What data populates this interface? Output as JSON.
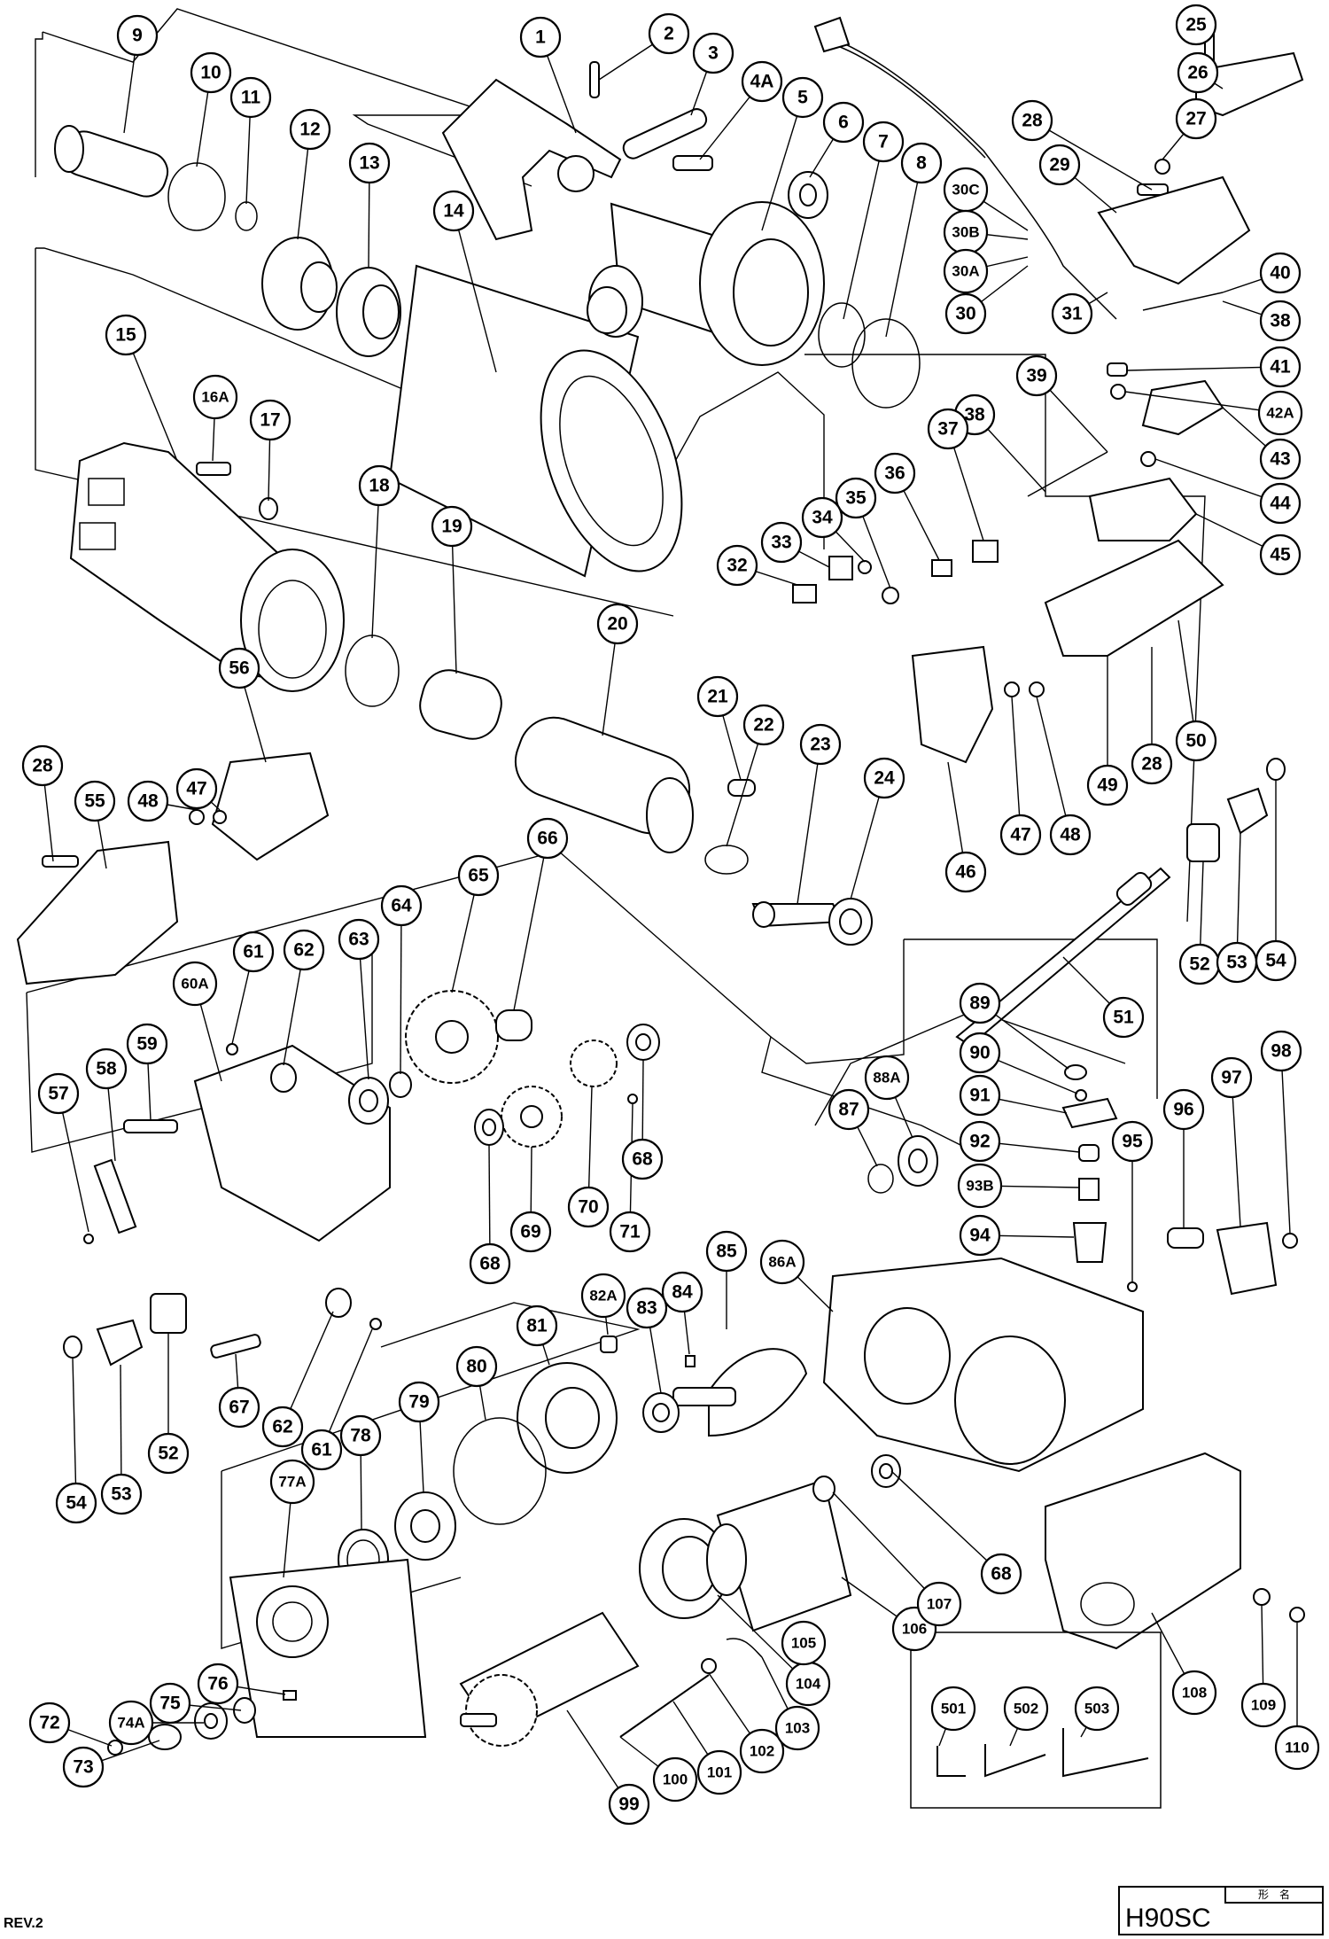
{
  "diagram": {
    "model": "H90SC",
    "title_block_header": "形　名",
    "revision": "REV.2"
  },
  "callouts": [
    {
      "id": "c1",
      "label": "1"
    },
    {
      "id": "c2",
      "label": "2"
    },
    {
      "id": "c3",
      "label": "3"
    },
    {
      "id": "c4A",
      "label": "4A"
    },
    {
      "id": "c5",
      "label": "5"
    },
    {
      "id": "c6",
      "label": "6"
    },
    {
      "id": "c7",
      "label": "7"
    },
    {
      "id": "c8",
      "label": "8"
    },
    {
      "id": "c9",
      "label": "9"
    },
    {
      "id": "c10",
      "label": "10"
    },
    {
      "id": "c11",
      "label": "11"
    },
    {
      "id": "c12",
      "label": "12"
    },
    {
      "id": "c13",
      "label": "13"
    },
    {
      "id": "c14",
      "label": "14"
    },
    {
      "id": "c15",
      "label": "15"
    },
    {
      "id": "c16A",
      "label": "16A"
    },
    {
      "id": "c17",
      "label": "17"
    },
    {
      "id": "c18",
      "label": "18"
    },
    {
      "id": "c19",
      "label": "19"
    },
    {
      "id": "c20",
      "label": "20"
    },
    {
      "id": "c21",
      "label": "21"
    },
    {
      "id": "c22",
      "label": "22"
    },
    {
      "id": "c23",
      "label": "23"
    },
    {
      "id": "c24",
      "label": "24"
    },
    {
      "id": "c25",
      "label": "25"
    },
    {
      "id": "c26",
      "label": "26"
    },
    {
      "id": "c27",
      "label": "27"
    },
    {
      "id": "c28a",
      "label": "28"
    },
    {
      "id": "c29",
      "label": "29"
    },
    {
      "id": "c30C",
      "label": "30C"
    },
    {
      "id": "c30B",
      "label": "30B"
    },
    {
      "id": "c30A",
      "label": "30A"
    },
    {
      "id": "c30",
      "label": "30"
    },
    {
      "id": "c31",
      "label": "31"
    },
    {
      "id": "c40",
      "label": "40"
    },
    {
      "id": "c38a",
      "label": "38"
    },
    {
      "id": "c41",
      "label": "41"
    },
    {
      "id": "c42A",
      "label": "42A"
    },
    {
      "id": "c39",
      "label": "39"
    },
    {
      "id": "c38b",
      "label": "38"
    },
    {
      "id": "c37",
      "label": "37"
    },
    {
      "id": "c43",
      "label": "43"
    },
    {
      "id": "c44",
      "label": "44"
    },
    {
      "id": "c45",
      "label": "45"
    },
    {
      "id": "c36",
      "label": "36"
    },
    {
      "id": "c35",
      "label": "35"
    },
    {
      "id": "c34",
      "label": "34"
    },
    {
      "id": "c33",
      "label": "33"
    },
    {
      "id": "c32",
      "label": "32"
    },
    {
      "id": "c28b",
      "label": "28"
    },
    {
      "id": "c55",
      "label": "55"
    },
    {
      "id": "c48a",
      "label": "48"
    },
    {
      "id": "c47a",
      "label": "47"
    },
    {
      "id": "c56",
      "label": "56"
    },
    {
      "id": "c49",
      "label": "49"
    },
    {
      "id": "c28c",
      "label": "28"
    },
    {
      "id": "c50",
      "label": "50"
    },
    {
      "id": "c47b",
      "label": "47"
    },
    {
      "id": "c48b",
      "label": "48"
    },
    {
      "id": "c46",
      "label": "46"
    },
    {
      "id": "c66",
      "label": "66"
    },
    {
      "id": "c65",
      "label": "65"
    },
    {
      "id": "c64",
      "label": "64"
    },
    {
      "id": "c63",
      "label": "63"
    },
    {
      "id": "c62a",
      "label": "62"
    },
    {
      "id": "c61a",
      "label": "61"
    },
    {
      "id": "c60A",
      "label": "60A"
    },
    {
      "id": "c59",
      "label": "59"
    },
    {
      "id": "c58",
      "label": "58"
    },
    {
      "id": "c57",
      "label": "57"
    },
    {
      "id": "c52a",
      "label": "52"
    },
    {
      "id": "c53a",
      "label": "53"
    },
    {
      "id": "c54a",
      "label": "54"
    },
    {
      "id": "c51",
      "label": "51"
    },
    {
      "id": "c89",
      "label": "89"
    },
    {
      "id": "c90",
      "label": "90"
    },
    {
      "id": "c91",
      "label": "91"
    },
    {
      "id": "c92",
      "label": "92"
    },
    {
      "id": "c93B",
      "label": "93B"
    },
    {
      "id": "c94",
      "label": "94"
    },
    {
      "id": "c95",
      "label": "95"
    },
    {
      "id": "c96",
      "label": "96"
    },
    {
      "id": "c97",
      "label": "97"
    },
    {
      "id": "c98",
      "label": "98"
    },
    {
      "id": "c88A",
      "label": "88A"
    },
    {
      "id": "c87",
      "label": "87"
    },
    {
      "id": "c68a",
      "label": "68"
    },
    {
      "id": "c71",
      "label": "71"
    },
    {
      "id": "c70",
      "label": "70"
    },
    {
      "id": "c69",
      "label": "69"
    },
    {
      "id": "c68b",
      "label": "68"
    },
    {
      "id": "c86A",
      "label": "86A"
    },
    {
      "id": "c85",
      "label": "85"
    },
    {
      "id": "c84",
      "label": "84"
    },
    {
      "id": "c83",
      "label": "83"
    },
    {
      "id": "c82A",
      "label": "82A"
    },
    {
      "id": "c81",
      "label": "81"
    },
    {
      "id": "c80",
      "label": "80"
    },
    {
      "id": "c79",
      "label": "79"
    },
    {
      "id": "c78",
      "label": "78"
    },
    {
      "id": "c77A",
      "label": "77A"
    },
    {
      "id": "c67",
      "label": "67"
    },
    {
      "id": "c62b",
      "label": "62"
    },
    {
      "id": "c61b",
      "label": "61"
    },
    {
      "id": "c52b",
      "label": "52"
    },
    {
      "id": "c53b",
      "label": "53"
    },
    {
      "id": "c54b",
      "label": "54"
    },
    {
      "id": "c72",
      "label": "72"
    },
    {
      "id": "c73",
      "label": "73"
    },
    {
      "id": "c74A",
      "label": "74A"
    },
    {
      "id": "c75",
      "label": "75"
    },
    {
      "id": "c76",
      "label": "76"
    },
    {
      "id": "c99",
      "label": "99"
    },
    {
      "id": "c100",
      "label": "100"
    },
    {
      "id": "c101",
      "label": "101"
    },
    {
      "id": "c102",
      "label": "102"
    },
    {
      "id": "c103",
      "label": "103"
    },
    {
      "id": "c104",
      "label": "104"
    },
    {
      "id": "c105",
      "label": "105"
    },
    {
      "id": "c106",
      "label": "106"
    },
    {
      "id": "c107",
      "label": "107"
    },
    {
      "id": "c68c",
      "label": "68"
    },
    {
      "id": "c108",
      "label": "108"
    },
    {
      "id": "c109",
      "label": "109"
    },
    {
      "id": "c110",
      "label": "110"
    },
    {
      "id": "c501",
      "label": "501"
    },
    {
      "id": "c502",
      "label": "502"
    },
    {
      "id": "c503",
      "label": "503"
    }
  ]
}
